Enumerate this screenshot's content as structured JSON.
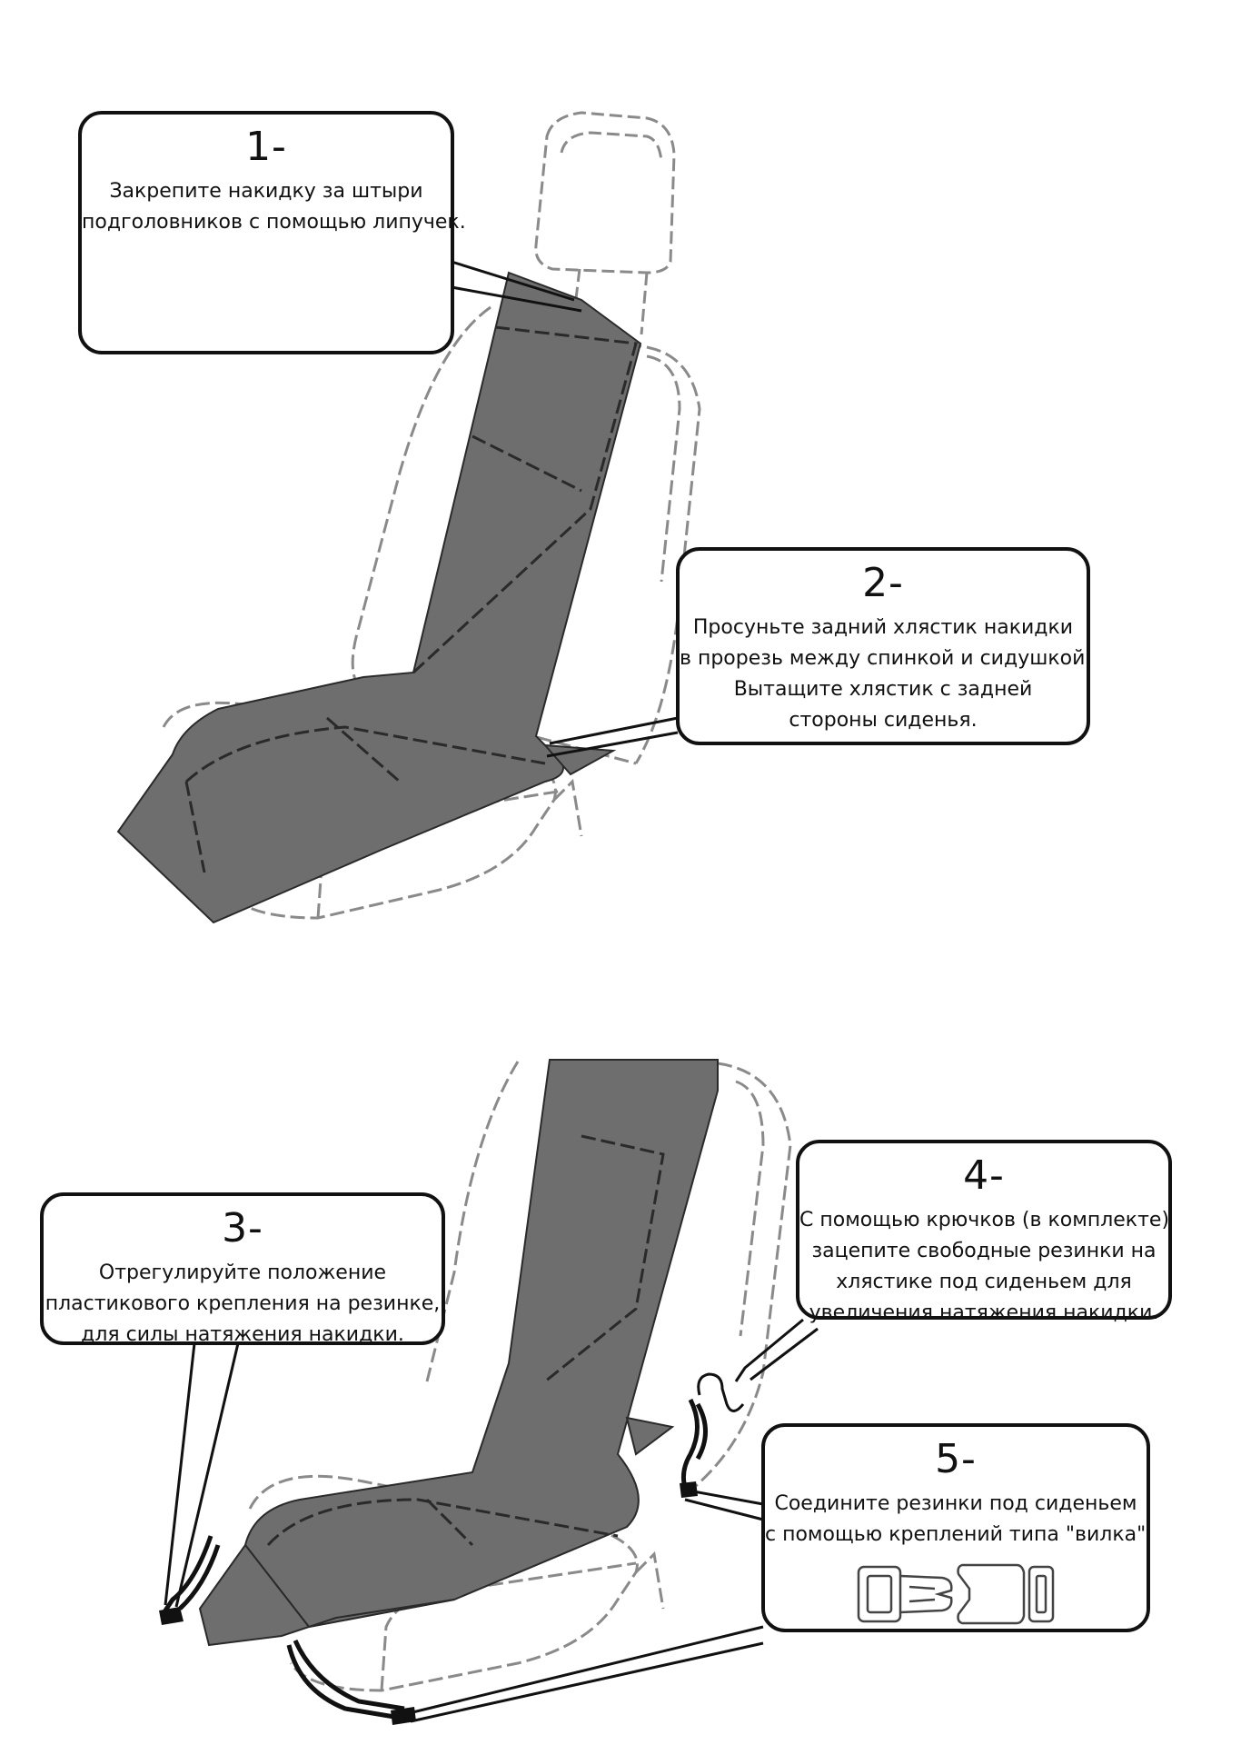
{
  "steps": [
    {
      "number": "1-",
      "lines": [
        "Закрепите накидку за штыри",
        "подголовников с помощью липучек."
      ]
    },
    {
      "number": "2-",
      "lines": [
        "Просуньте задний хлястик накидки",
        "в прорезь между спинкой и сидушкой.",
        "Вытащите хлястик с задней",
        "стороны сиденья."
      ]
    },
    {
      "number": "3-",
      "lines": [
        "Отрегулируйте положение",
        "пластикового крепления на резинке,",
        "для силы натяжения накидки."
      ]
    },
    {
      "number": "4-",
      "lines": [
        "С помощью крючков (в комплекте)",
        "зацепите свободные резинки на",
        "хлястике под сиденьем для",
        "увеличения натяжения накидки."
      ]
    },
    {
      "number": "5-",
      "lines": [
        "Соедините резинки под сиденьем",
        "с помощью креплений типа \"вилка\"."
      ]
    }
  ],
  "colors": {
    "cover": "#6e6e6e",
    "line": "#111111",
    "seat_outline": "#8a8a8a"
  },
  "icons": [
    "velcro-icon",
    "buckle-male-icon",
    "buckle-female-icon",
    "hook-icon"
  ]
}
